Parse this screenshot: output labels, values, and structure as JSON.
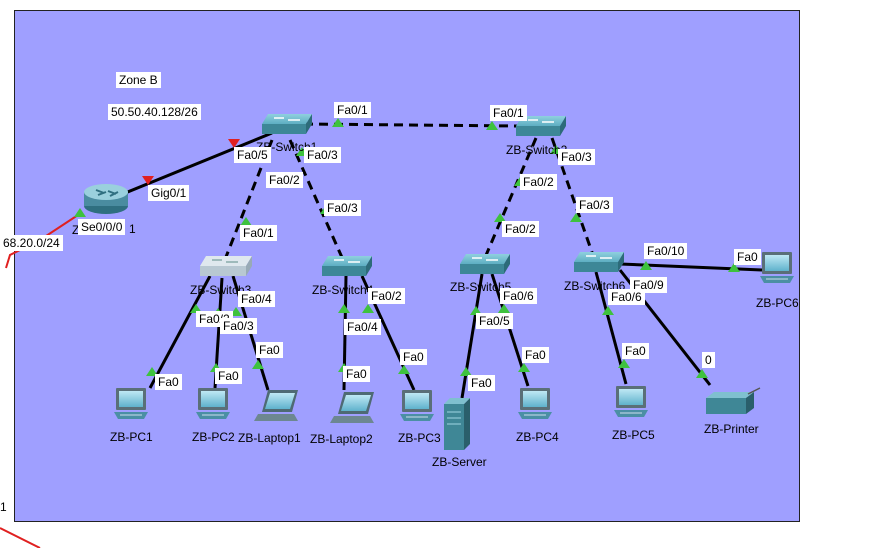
{
  "zone": {
    "name": "Zone B",
    "subnet": "50.50.40.128/26"
  },
  "edge": {
    "left_subnet": "68.20.0/24",
    "left_number": "1",
    "router_label_fragment": "Z",
    "router_suffix_fragment": "1"
  },
  "devices": {
    "switch1": "ZB-Switch1",
    "switch2": "ZB-Switch2",
    "switch3": "ZB-Switch3",
    "switch4": "ZB-Switch4",
    "switch5": "ZB-Switch5",
    "switch6": "ZB-Switch6",
    "pc1": "ZB-PC1",
    "pc2": "ZB-PC2",
    "laptop1": "ZB-Laptop1",
    "laptop2": "ZB-Laptop2",
    "pc3": "ZB-PC3",
    "server": "ZB-Server",
    "pc4": "ZB-PC4",
    "pc5": "ZB-PC5",
    "printer": "ZB-Printer",
    "pc6": "ZB-PC6"
  },
  "ports": {
    "router_se": "Se0/0/0",
    "router_gig": "Gig0/1",
    "s1_fa05": "Fa0/5",
    "s1_fa03": "Fa0/3",
    "s1_fa02": "Fa0/2",
    "s1_fa01": "Fa0/1",
    "s2_fa01": "Fa0/1",
    "s2_fa03": "Fa0/3",
    "s2_fa02": "Fa0/2",
    "s3_fa01": "Fa0/1",
    "s3_fa04": "Fa0/4",
    "s3_fa03": "Fa0/3",
    "s3_fa02": "Fa0/2",
    "s4_fa03": "Fa0/3",
    "s4_fa02": "Fa0/2",
    "s4_fa04": "Fa0/4",
    "s5_fa02": "Fa0/2",
    "s5_fa06": "Fa0/6",
    "s5_fa05": "Fa0/5",
    "s6_fa03": "Fa0/3",
    "s6_fa010": "Fa0/10",
    "s6_fa09": "Fa0/9",
    "s6_fa06": "Fa0/6",
    "pc1_fa0": "Fa0",
    "pc2_fa0": "Fa0",
    "laptop1_fa0": "Fa0",
    "laptop2_fa0": "Fa0",
    "pc3_fa0": "Fa0",
    "server_fa0": "Fa0",
    "pc4_fa0": "Fa0",
    "pc5_fa0": "Fa0",
    "printer_0": "0",
    "pc6_fa0": "Fa0"
  },
  "colors": {
    "zone_bg": "#9f9fff",
    "link": "#000000",
    "wan_link": "#e02020",
    "port_up": "#3ec23e",
    "port_down": "#e02020",
    "switch_body": "#4f9db0",
    "router_body": "#4a8ca0"
  }
}
